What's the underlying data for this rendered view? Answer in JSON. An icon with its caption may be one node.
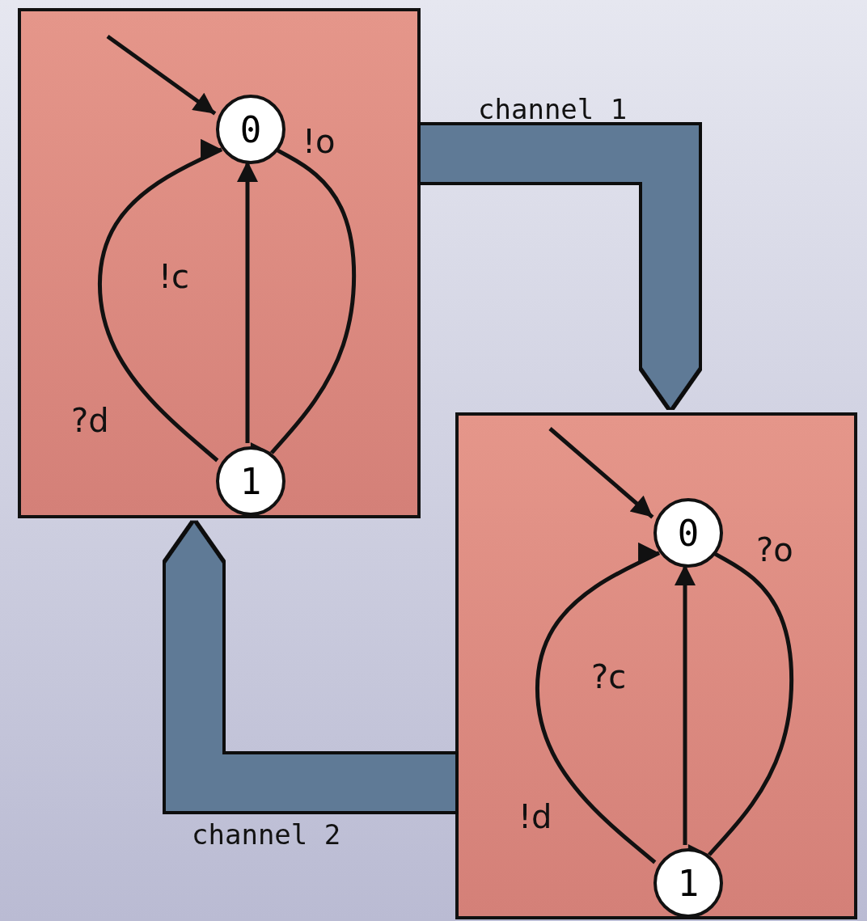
{
  "diagram": {
    "nodes": [
      {
        "text": [],
        "shape": "box"
      },
      {
        "text": [
          "0"
        ],
        "in": 0
      },
      {
        "text": [
          "1"
        ],
        "in": 0
      },
      {
        "text": [],
        "shape": "box"
      },
      {
        "text": [
          "0"
        ],
        "in": 3
      },
      {
        "text": [
          "1"
        ],
        "in": 3
      }
    ],
    "edges": [
      {
        "from": null,
        "to": 1,
        "arrow": "to"
      },
      {
        "from": 1,
        "to": 2,
        "arrow": "to",
        "label": "!o"
      },
      {
        "from": 2,
        "to": 1,
        "arrow": "to",
        "label": "!c"
      },
      {
        "from": 2,
        "to": 1,
        "arrow": "to",
        "label": "?d"
      },
      {
        "from": null,
        "to": 4,
        "arrow": "to"
      },
      {
        "from": 4,
        "to": 5,
        "arrow": "to",
        "label": "?o"
      },
      {
        "from": 5,
        "to": 4,
        "arrow": "to",
        "label": "?c"
      },
      {
        "from": 5,
        "to": 4,
        "arrow": "to",
        "label": "!d"
      },
      {
        "from": 0,
        "to": 3,
        "arrow": "to",
        "label": "channel 1",
        "style": "thick",
        "color": "#5f7a96"
      },
      {
        "from": 3,
        "to": 0,
        "arrow": "to",
        "label": "channel 2",
        "style": "thick",
        "color": "#5f7a96"
      }
    ]
  }
}
